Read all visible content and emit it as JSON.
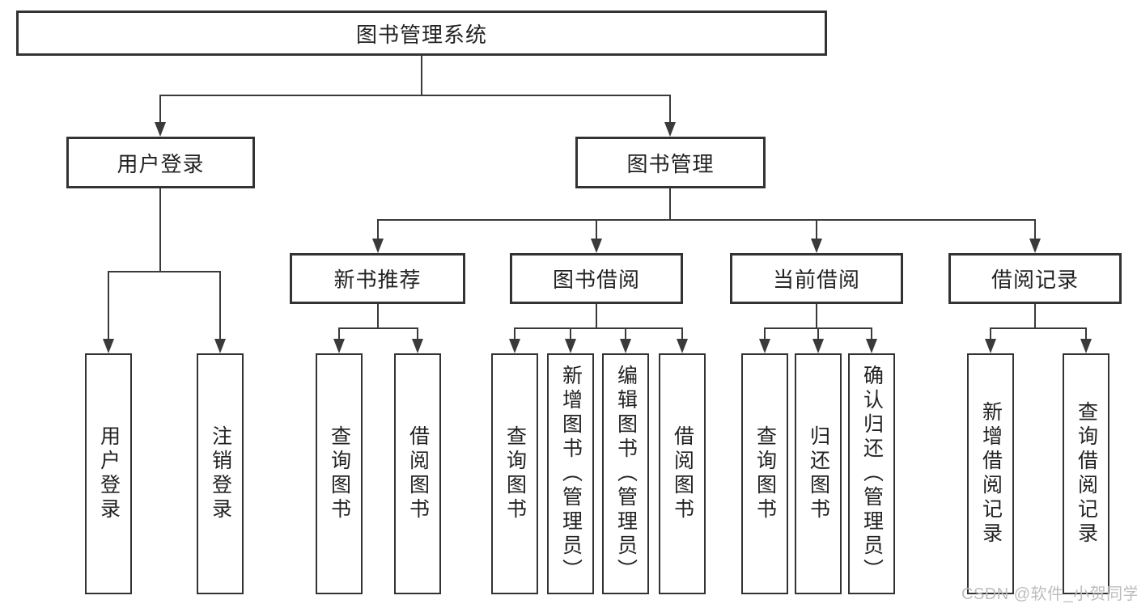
{
  "nodes": {
    "root": "图书管理系统",
    "user_login": "用户登录",
    "book_management": "图书管理",
    "new_book_recommend": "新书推荐",
    "book_borrowing": "图书借阅",
    "current_borrowing": "当前借阅",
    "borrowing_records": "借阅记录",
    "leaf_user_login": "用户登录",
    "leaf_logout_login": "注销登录",
    "leaf_query_books_recommend": "查询图书",
    "leaf_borrow_books_recommend": "借阅图书",
    "leaf_query_books_borrowing": "查询图书",
    "leaf_add_books_admin": "新增图书（管理员）",
    "leaf_edit_books_admin": "编辑图书（管理员）",
    "leaf_borrow_books_borrowing": "借阅图书",
    "leaf_query_books_current": "查询图书",
    "leaf_return_books": "归还图书",
    "leaf_confirm_return_admin": "确认归还（管理员）",
    "leaf_add_borrow_record": "新增借阅记录",
    "leaf_query_borrow_record": "查询借阅记录"
  },
  "hierarchy": {
    "图书管理系统": {
      "用户登录": [
        "用户登录",
        "注销登录"
      ],
      "图书管理": {
        "新书推荐": [
          "查询图书",
          "借阅图书"
        ],
        "图书借阅": [
          "查询图书",
          "新增图书（管理员）",
          "编辑图书（管理员）",
          "借阅图书"
        ],
        "当前借阅": [
          "查询图书",
          "归还图书",
          "确认归还（管理员）"
        ],
        "借阅记录": [
          "新增借阅记录",
          "查询借阅记录"
        ]
      }
    }
  },
  "watermark": "CSDN @软件_小贺同学",
  "colors": {
    "line": "#3a3a3a",
    "box_border": "#333333",
    "text": "#222222",
    "watermark": "#bdbdbd",
    "background": "#ffffff"
  }
}
